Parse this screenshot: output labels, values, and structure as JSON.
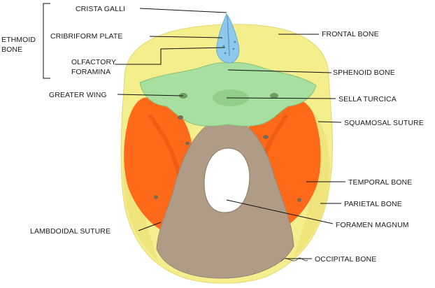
{
  "labels": {
    "ethmoid_bone": [
      "ETHMOID",
      "BONE"
    ],
    "crista_galli": "CRISTA GALLI",
    "cribriform_plate": "CRIBRIFORM PLATE",
    "olfactory_foramina": [
      "OLFACTORY",
      "FORAMINA"
    ],
    "greater_wing": "GREATER WING",
    "lambdoidal_suture": "LAMBDOIDAL SUTURE",
    "frontal_bone": "FRONTAL BONE",
    "sphenoid_bone": "SPHENOID BONE",
    "sella_turcica": "SELLA TURCICA",
    "squamosal_suture": "SQUAMOSAL SUTURE",
    "temporal_bone": "TEMPORAL BONE",
    "parietal_bone": "PARIETAL BONE",
    "foramen_magnum": "FORAMEN MAGNUM",
    "occipital_bone": "OCCIPITAL BONE"
  },
  "colors": {
    "frontal_parietal": "#f5ee8c",
    "parietal_edge": "#f0e27a",
    "ethmoid": "#8ec9ec",
    "sphenoid": "#a7dfa0",
    "temporal": "#ff6a1a",
    "occipital": "#b09b86"
  }
}
